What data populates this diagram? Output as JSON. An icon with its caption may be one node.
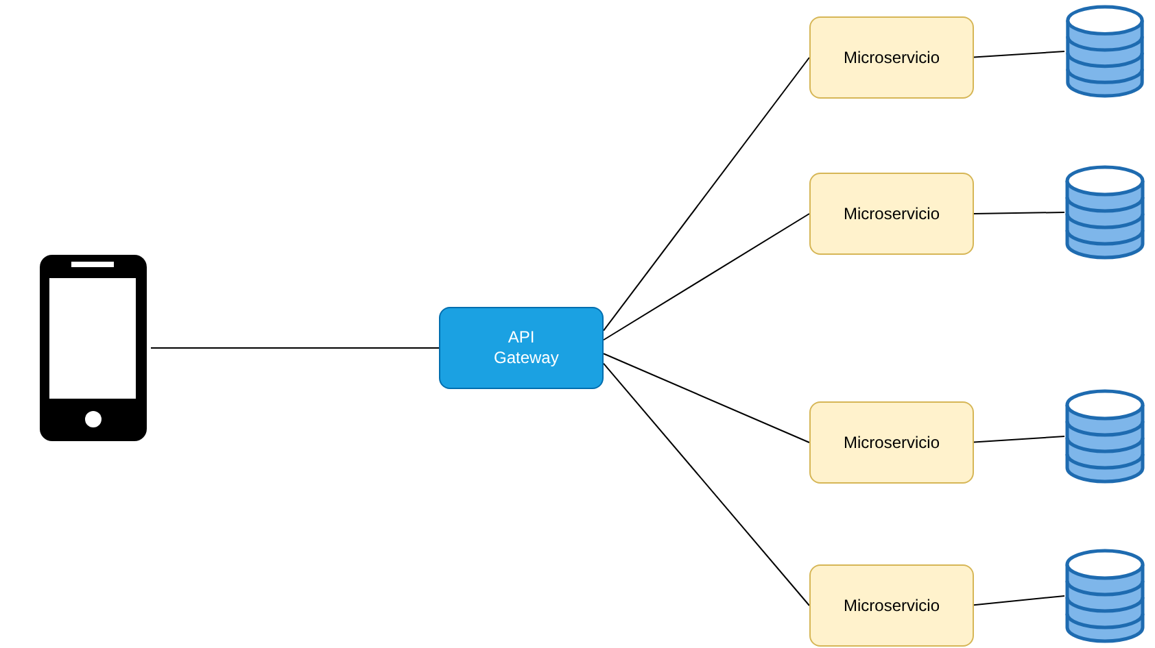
{
  "diagram": {
    "nodes": [
      {
        "text": [],
        "shape": "phone"
      },
      {
        "text": [
          "API Gateway"
        ]
      },
      {
        "text": [
          "Microservicio"
        ]
      },
      {
        "text": [
          "Microservicio"
        ]
      },
      {
        "text": [
          "Microservicio"
        ]
      },
      {
        "text": [
          "Microservicio"
        ]
      },
      {
        "text": [],
        "shape": "cylinder"
      },
      {
        "text": [],
        "shape": "cylinder"
      },
      {
        "text": [],
        "shape": "cylinder"
      },
      {
        "text": [],
        "shape": "cylinder"
      }
    ],
    "edges": [
      {
        "from": 0,
        "to": 1,
        "arrow": "none"
      },
      {
        "from": 1,
        "to": 2,
        "arrow": "none"
      },
      {
        "from": 1,
        "to": 3,
        "arrow": "none"
      },
      {
        "from": 1,
        "to": 4,
        "arrow": "none"
      },
      {
        "from": 1,
        "to": 5,
        "arrow": "none"
      },
      {
        "from": 2,
        "to": 6,
        "arrow": "none"
      },
      {
        "from": 3,
        "to": 7,
        "arrow": "none"
      },
      {
        "from": 4,
        "to": 8,
        "arrow": "none"
      },
      {
        "from": 5,
        "to": 9,
        "arrow": "none"
      }
    ]
  }
}
